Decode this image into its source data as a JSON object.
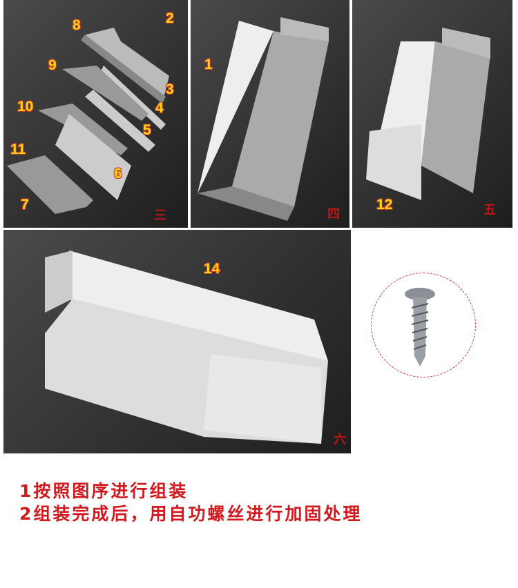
{
  "panels": [
    {
      "step": "三",
      "labels": [
        "8",
        "2",
        "9",
        "3",
        "10",
        "4",
        "5",
        "11",
        "6",
        "7"
      ]
    },
    {
      "step": "四",
      "labels": [
        "1"
      ]
    },
    {
      "step": "五",
      "labels": [
        "12"
      ]
    },
    {
      "step": "六",
      "labels": [
        "14"
      ]
    }
  ],
  "screw_icon": "screw-icon",
  "notes": [
    "1按照图序进行组装",
    "2组装完成后，用自功螺丝进行加固处理"
  ],
  "colors": {
    "label": "#ffd21a",
    "step": "#c0161a",
    "note": "#d01a1f"
  }
}
